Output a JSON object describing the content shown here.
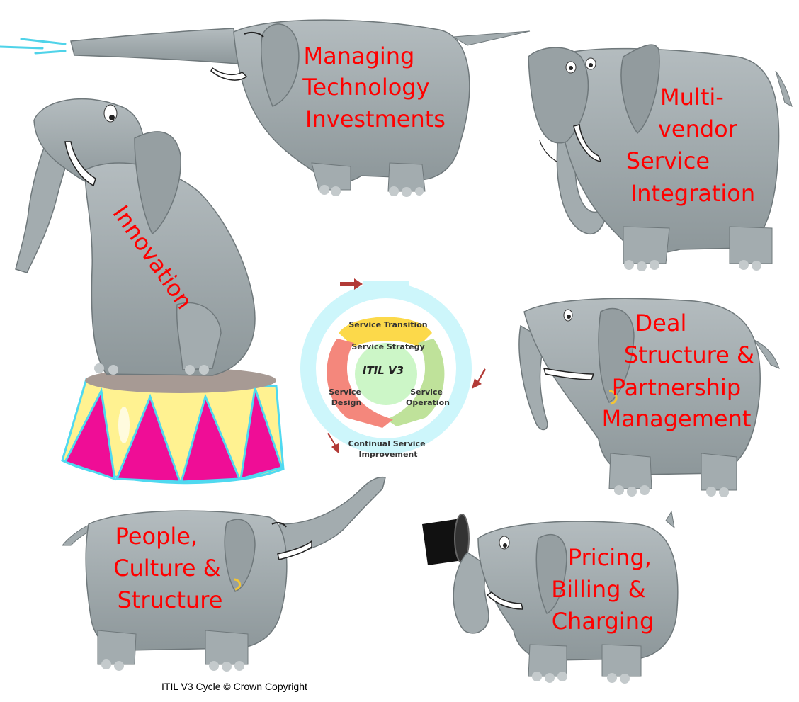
{
  "theme": {
    "label_color": "#ff0000",
    "elephant_body": "#a3acaf",
    "elephant_dark": "#7e888b",
    "tusk": "#ffffff",
    "cycle_outer": "#cdf6fb",
    "stage_yellow": "#fff291",
    "stage_triangle": "#ef0d96",
    "stage_border": "#4fd9f0",
    "arrow_color": "#b23a36"
  },
  "elephants": {
    "managing_tech": {
      "lines": [
        "Managing",
        "Technology",
        "Investments"
      ],
      "icon": "elephant-spraying-icon"
    },
    "multi_vendor": {
      "lines": [
        "Multi-",
        "vendor",
        "Service",
        "Integration"
      ],
      "icon": "elephant-looking-up-icon"
    },
    "innovation": {
      "lines": [
        "Innovation"
      ],
      "icon": "elephant-on-pedestal-icon"
    },
    "deal_structure": {
      "lines": [
        "Deal",
        "Structure &",
        "Partnership",
        "Management"
      ],
      "icon": "elephant-with-earring-icon"
    },
    "people_culture": {
      "lines": [
        "People,",
        "Culture &",
        "Structure"
      ],
      "icon": "elephant-trunk-raised-icon"
    },
    "pricing_billing": {
      "lines": [
        "Pricing,",
        "Billing &",
        "Charging"
      ],
      "icon": "elephant-top-hat-icon"
    }
  },
  "cycle": {
    "center": "ITIL V3",
    "strategy": "Service Strategy",
    "transition": "Service Transition",
    "design": [
      "Service",
      "Design"
    ],
    "operation": [
      "Service",
      "Operation"
    ],
    "csi": [
      "Continual Service",
      "Improvement"
    ]
  },
  "credit": "ITIL V3 Cycle © Crown Copyright"
}
